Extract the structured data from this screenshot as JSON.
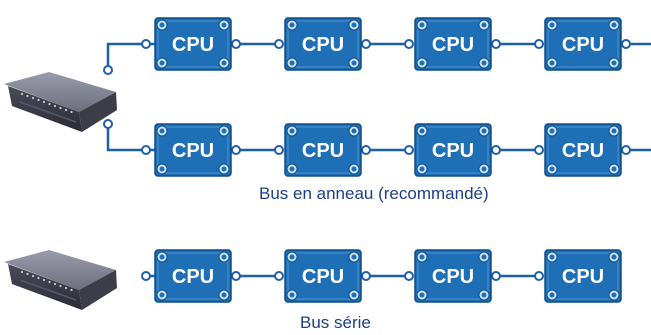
{
  "colors": {
    "cpu_fill": "#1e6fb5",
    "cpu_border": "#0e4d88",
    "link": "#1f5ea8",
    "router_body": "#5a5b6b",
    "router_panel": "#2e2f3a",
    "caption": "#1d3f86"
  },
  "cpu_label": "CPU",
  "captions": {
    "ring": "Bus en anneau (recommandé)",
    "serial": "Bus série"
  },
  "icons": {
    "hub": "network-hub-device-icon",
    "cpu": "cpu-board-icon",
    "connector": "bus-connector-icon"
  }
}
